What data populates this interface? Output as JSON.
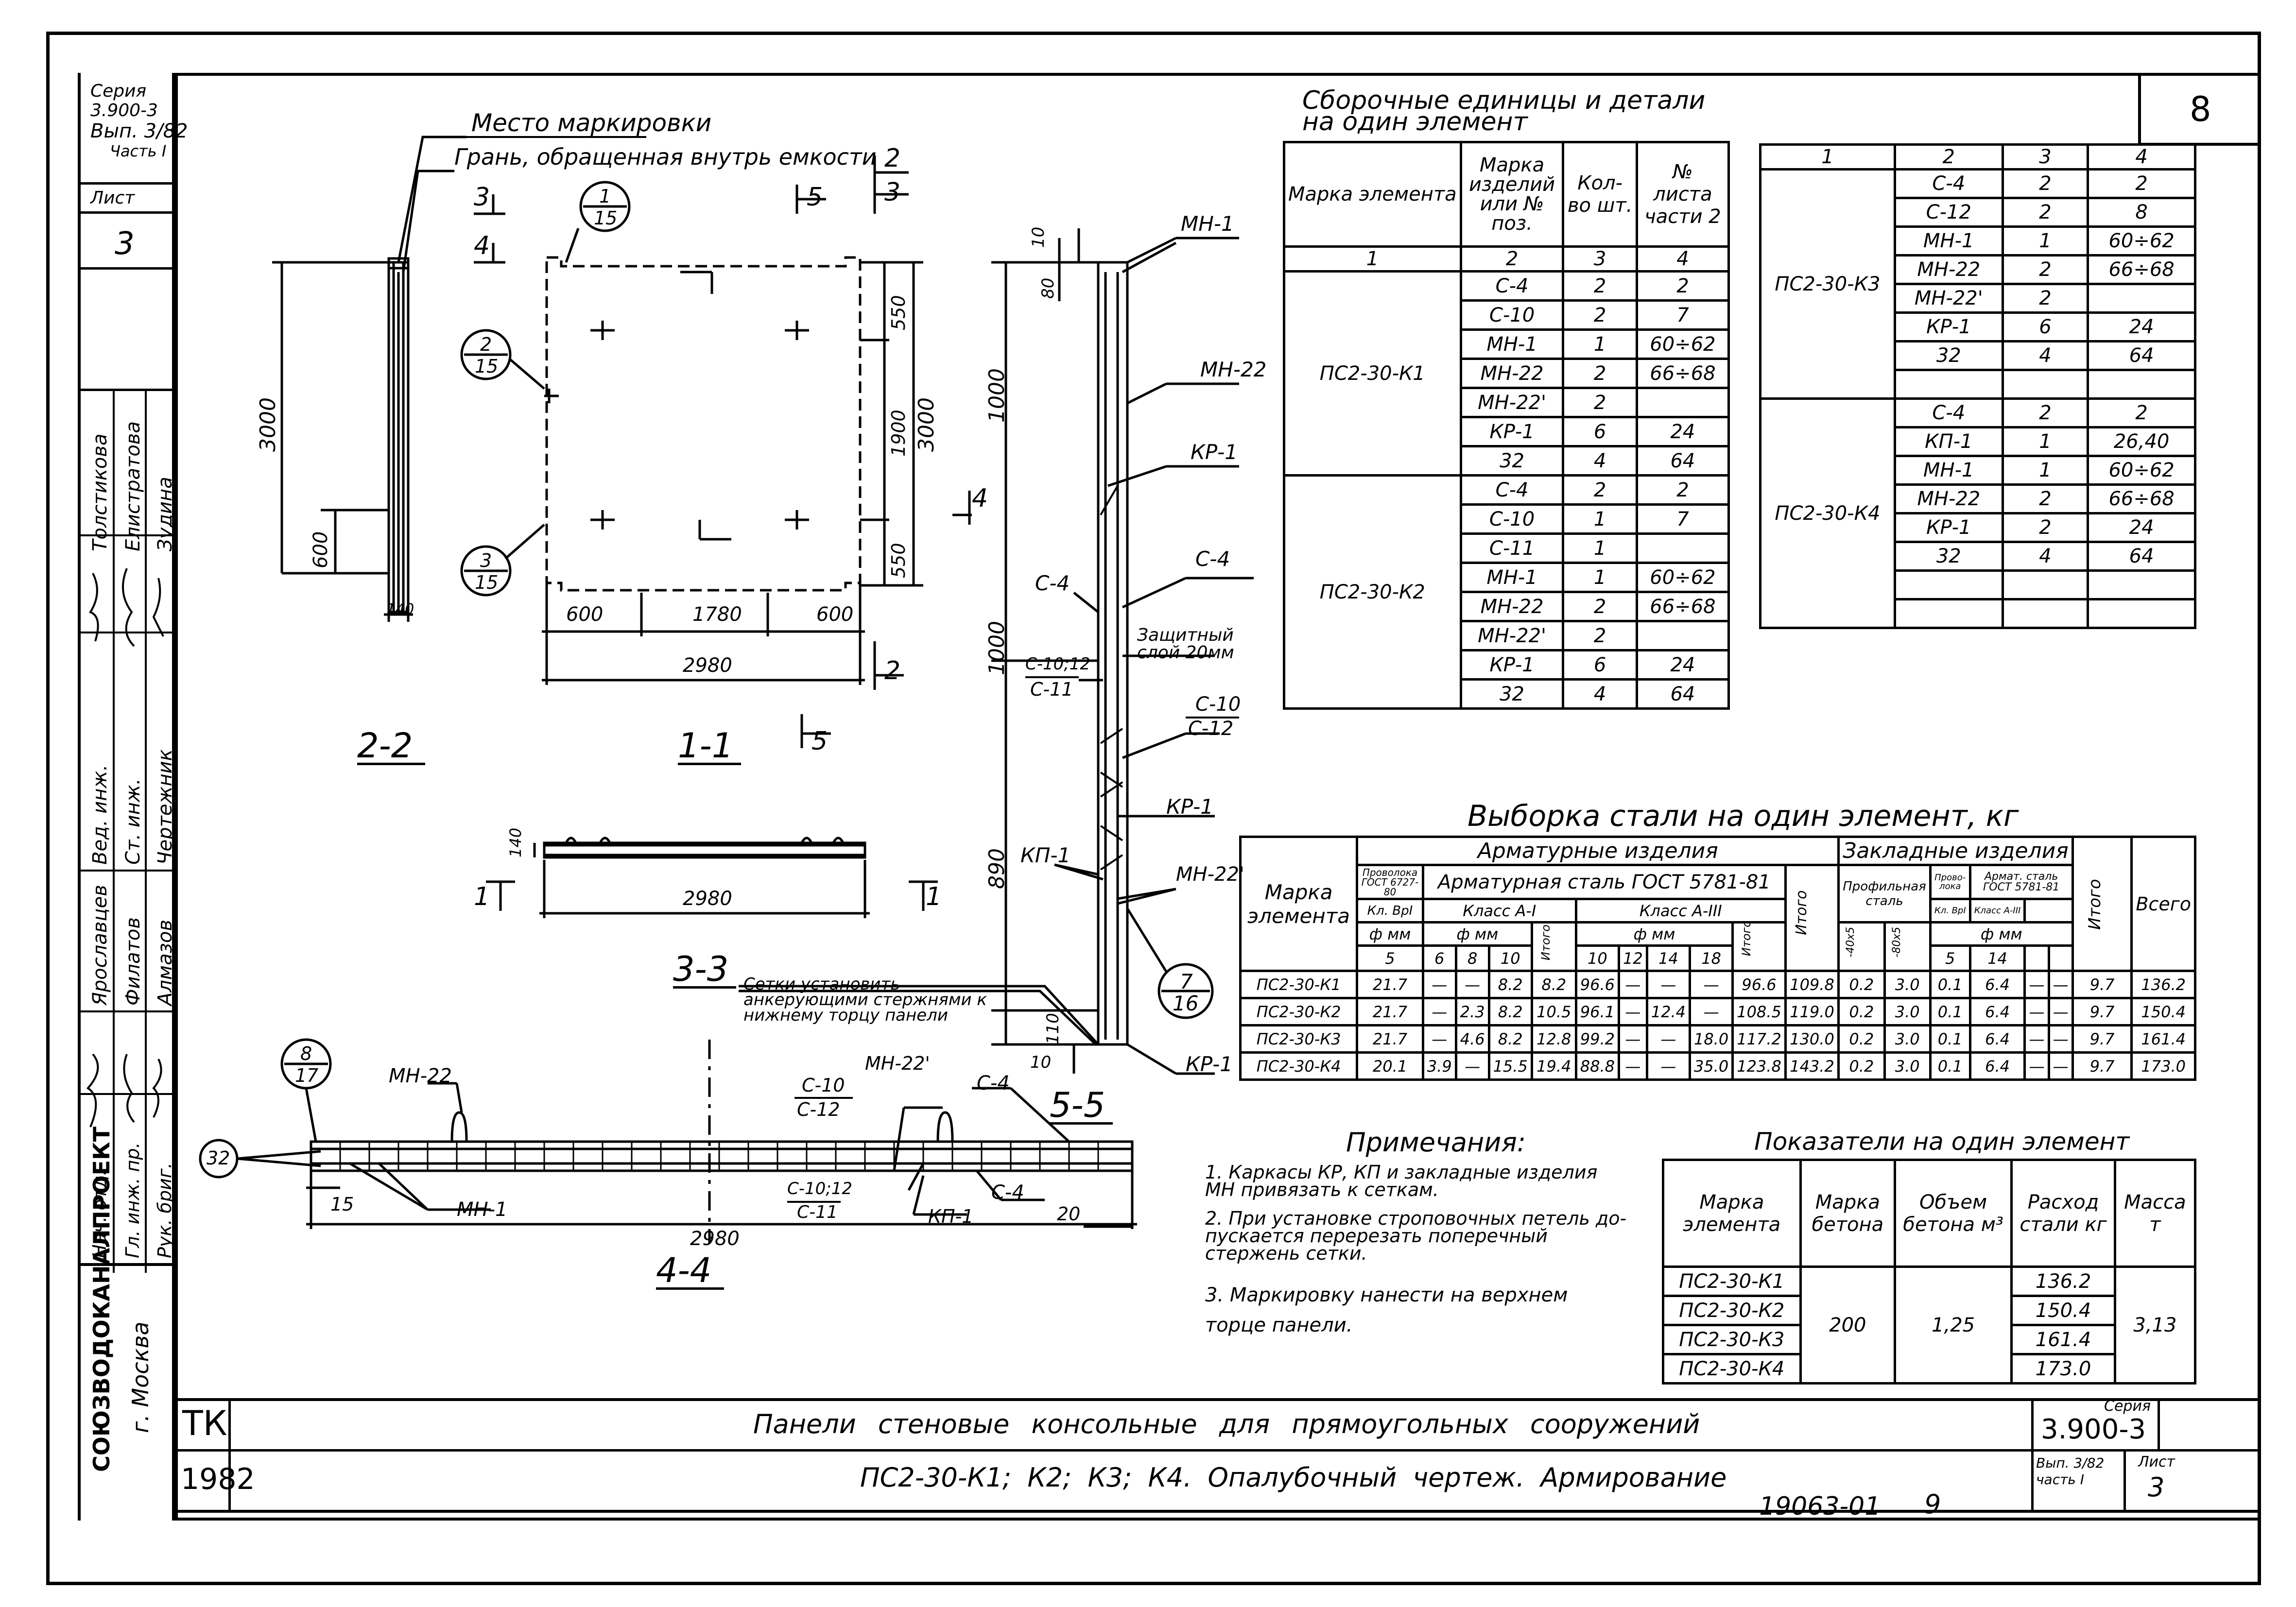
{
  "stamp": {
    "series": "Серия",
    "series_num": "3.900-3",
    "issue": "Вып. 3/82",
    "part": "Часть I",
    "sheet_label": "Лист",
    "sheet_num": "3",
    "sheet_corner": "8"
  },
  "sidebar": {
    "names": [
      "Толстикова",
      "Елистратова",
      "Зудина"
    ],
    "roles": [
      "Вед. инж.",
      "Ст. инж.",
      "Чертежник"
    ],
    "chiefs": [
      "Ярославцев",
      "Филатов",
      "Алмазов"
    ],
    "chief_roles": [
      "Нач. отд.",
      "Гл. инж. пр.",
      "Рук. бриг."
    ],
    "org": "СОЮЗВОДОКАНАЛПРОЕКТ",
    "city": "г. Москва"
  },
  "drawing": {
    "label_marking": "Место маркировки",
    "label_face": "Грань, обращенная внутрь емкости",
    "sec_2_2": "2-2",
    "sec_1_1": "1-1",
    "sec_3_3": "3-3",
    "sec_4_4": "4-4",
    "sec_5_5": "5-5",
    "dim_3000": "3000",
    "dim_600": "600",
    "dim_140": "140",
    "dim_550": "550",
    "dim_1900": "1900",
    "dim_1780": "1780",
    "dim_2980": "2980",
    "dim_1000": "1000",
    "dim_890": "890",
    "dim_80": "80",
    "dim_10": "10",
    "dim_110": "110",
    "dim_15": "15",
    "dim_20": "20",
    "callout_15_1": "1",
    "callout_15_2": "2",
    "callout_15_3": "3",
    "callout_15_den": "15",
    "callout_7": "7",
    "callout_16": "16",
    "callout_8": "8",
    "callout_17": "17",
    "callout_32": "32",
    "cut_2": "2",
    "cut_3": "3",
    "cut_4": "4",
    "cut_5": "5",
    "cut_1": "1",
    "lbl_mn1": "МН-1",
    "lbl_mn22": "МН-22",
    "lbl_mn22p": "МН-22'",
    "lbl_kr1": "КР-1",
    "lbl_c4": "С-4",
    "lbl_c10_12": "С-10;12",
    "lbl_c11": "С-11",
    "lbl_c10": "С-10",
    "lbl_c12": "С-12",
    "lbl_kp1": "КП-1",
    "lbl_protect": "Защитный слой 20мм",
    "lbl_setki": "Сетки установить анкерующими стержнями к нижнему торцу панели"
  },
  "assembly": {
    "title": "Сборочные единицы и детали на один элемент",
    "headers": [
      "Марка элемента",
      "Марка изделий или № поз.",
      "Кол-во шт.",
      "№ листа части 2"
    ],
    "colnums": [
      "1",
      "2",
      "3",
      "4"
    ],
    "groups_left": [
      {
        "mark": "ПС2-30-К1",
        "rows": [
          [
            "С-4",
            "2",
            "2"
          ],
          [
            "С-10",
            "2",
            "7"
          ],
          [
            "МН-1",
            "1",
            "60÷62"
          ],
          [
            "МН-22",
            "2",
            "66÷68"
          ],
          [
            "МН-22'",
            "2",
            ""
          ],
          [
            "КР-1",
            "6",
            "24"
          ],
          [
            "32",
            "4",
            "64"
          ]
        ]
      },
      {
        "mark": "ПС2-30-К2",
        "rows": [
          [
            "С-4",
            "2",
            "2"
          ],
          [
            "С-10",
            "1",
            "7"
          ],
          [
            "С-11",
            "1",
            ""
          ],
          [
            "МН-1",
            "1",
            "60÷62"
          ],
          [
            "МН-22",
            "2",
            "66÷68"
          ],
          [
            "МН-22'",
            "2",
            ""
          ],
          [
            "КР-1",
            "6",
            "24"
          ],
          [
            "32",
            "4",
            "64"
          ]
        ]
      }
    ],
    "groups_right": [
      {
        "mark": "ПС2-30-К3",
        "rows": [
          [
            "С-4",
            "2",
            "2"
          ],
          [
            "С-12",
            "2",
            "8"
          ],
          [
            "МН-1",
            "1",
            "60÷62"
          ],
          [
            "МН-22",
            "2",
            "66÷68"
          ],
          [
            "МН-22'",
            "2",
            ""
          ],
          [
            "КР-1",
            "6",
            "24"
          ],
          [
            "32",
            "4",
            "64"
          ],
          [
            "",
            "",
            ""
          ]
        ]
      },
      {
        "mark": "ПС2-30-К4",
        "rows": [
          [
            "С-4",
            "2",
            "2"
          ],
          [
            "КП-1",
            "1",
            "26,40"
          ],
          [
            "МН-1",
            "1",
            "60÷62"
          ],
          [
            "МН-22",
            "2",
            "66÷68"
          ],
          [
            "КР-1",
            "2",
            "24"
          ],
          [
            "32",
            "4",
            "64"
          ],
          [
            "",
            "",
            ""
          ],
          [
            "",
            "",
            ""
          ]
        ]
      }
    ]
  },
  "steel": {
    "title": "Выборка стали на один элемент, кг",
    "h_mark": "Марка элемента",
    "h_arm": "Арматурные изделия",
    "h_zakl": "Закладные изделия",
    "h_armsteel": "Арматурная сталь ГОСТ 5781-81",
    "h_wire": "Проволока ГОСТ 6727-80",
    "h_class_vr": "Кл. ВрI",
    "h_class_a1": "Класс А-I",
    "h_class_a3": "Класс А-III",
    "h_phi": "ф мм",
    "h_itogo": "Итого",
    "h_total": "Всего",
    "h_prof": "Профильная сталь",
    "h_prov": "Прово- лока",
    "h_arm_z": "Армат. сталь ГОСТ 5781-81",
    "h_z1": "-40х5",
    "h_z2": "-80х5",
    "diam": [
      "5",
      "6",
      "8",
      "10",
      "10",
      "12",
      "14",
      "18",
      "5",
      "14"
    ],
    "rows": [
      [
        "ПС2-30-К1",
        "21.7",
        "—",
        "—",
        "8.2",
        "8.2",
        "96.6",
        "—",
        "—",
        "—",
        "96.6",
        "109.8",
        "0.2",
        "3.0",
        "0.1",
        "6.4",
        "—",
        "—",
        "9.7",
        "136.2"
      ],
      [
        "ПС2-30-К2",
        "21.7",
        "—",
        "2.3",
        "8.2",
        "10.5",
        "96.1",
        "—",
        "12.4",
        "—",
        "108.5",
        "119.0",
        "0.2",
        "3.0",
        "0.1",
        "6.4",
        "—",
        "—",
        "9.7",
        "150.4"
      ],
      [
        "ПС2-30-К3",
        "21.7",
        "—",
        "4.6",
        "8.2",
        "12.8",
        "99.2",
        "—",
        "—",
        "18.0",
        "117.2",
        "130.0",
        "0.2",
        "3.0",
        "0.1",
        "6.4",
        "—",
        "—",
        "9.7",
        "161.4"
      ],
      [
        "ПС2-30-К4",
        "20.1",
        "3.9",
        "—",
        "15.5",
        "19.4",
        "88.8",
        "—",
        "—",
        "35.0",
        "123.8",
        "143.2",
        "0.2",
        "3.0",
        "0.1",
        "6.4",
        "—",
        "—",
        "9.7",
        "173.0"
      ]
    ]
  },
  "notes": {
    "title": "Примечания:",
    "items": [
      "1. Каркасы КР, КП и закладные изделия МН привязать к сеткам.",
      "2. При установке строповочных петель до- пускается перерезать поперечный стержень сетки.",
      "3. Маркировку нанести на верхнем торце панели."
    ]
  },
  "indicators": {
    "title": "Показатели на один элемент",
    "headers": [
      "Марка элемента",
      "Марка бетона",
      "Объем бетона м³",
      "Расход стали кг",
      "Масса т"
    ],
    "marks": [
      "ПС2-30-К1",
      "ПС2-30-К2",
      "ПС2-30-К3",
      "ПС2-30-К4"
    ],
    "concrete": "200",
    "volume": "1,25",
    "steel": [
      "136.2",
      "150.4",
      "161.4",
      "173.0"
    ],
    "mass": "3,13"
  },
  "titleblock": {
    "tk": "ТК",
    "year": "1982",
    "line1": "Панели стеновые консольные для прямоугольных сооружений",
    "line2": "ПС2-30-К1; К2; К3; К4. Опалубочный чертеж. Армирование",
    "series_label": "Серия",
    "series": "3.900-3",
    "issue": "Вып. 3/82 часть I",
    "sheet_label": "Лист",
    "sheet": "3",
    "archive": "19063-01",
    "page": "9"
  }
}
